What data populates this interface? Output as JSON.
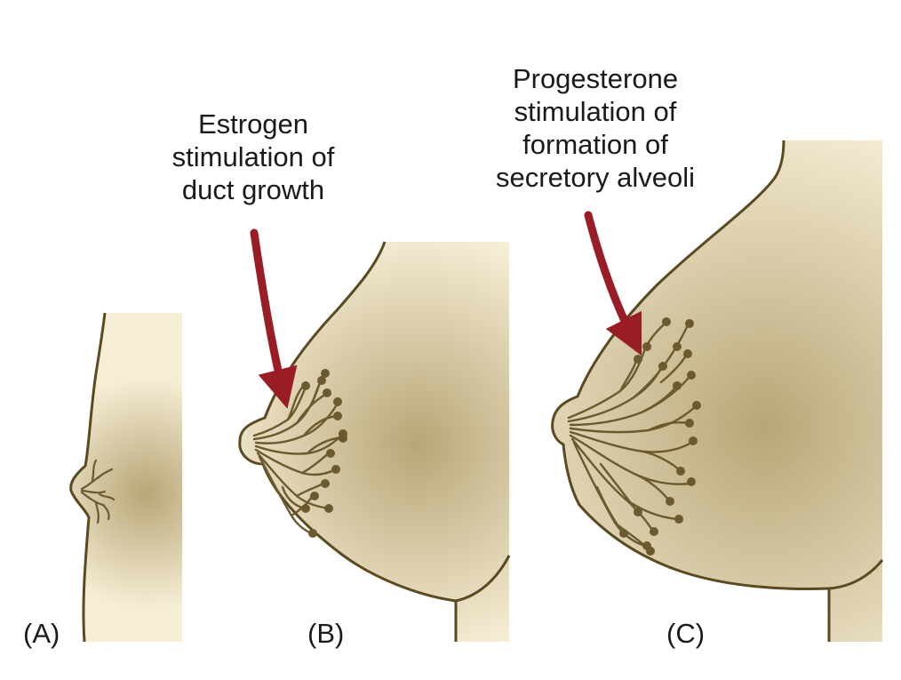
{
  "annotations": {
    "estrogen": [
      "Estrogen",
      "stimulation of",
      "duct growth"
    ],
    "progesterone": [
      "Progesterone",
      "stimulation of",
      "formation of",
      "secretory alveoli"
    ]
  },
  "panels": {
    "a": "(A)",
    "b": "(B)",
    "c": "(C)"
  },
  "colors": {
    "tissue_light": "#f6edd5",
    "tissue_dark": "#b7a677",
    "outline": "#5a4a20",
    "ducts": "#6b5a2e",
    "arrow": "#9a1c25"
  }
}
